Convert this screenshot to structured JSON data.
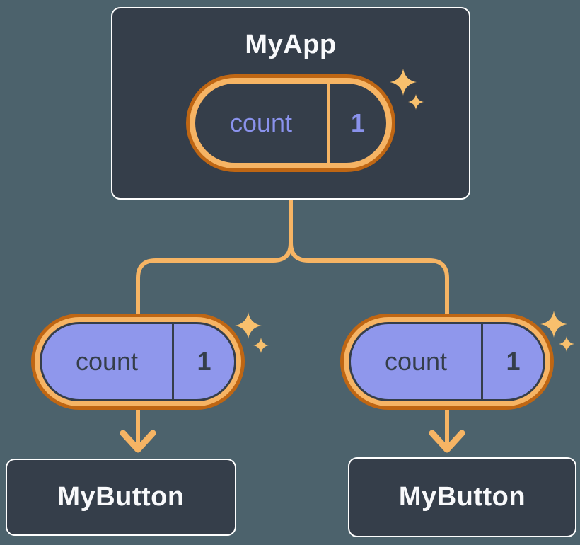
{
  "colors": {
    "background": "#4c626c",
    "card_bg": "#353e4a",
    "card_border": "#ffffff",
    "line_orange": "#f6b464",
    "ring_dark_orange": "#bf6613",
    "sparkle_orange": "#f8c06d",
    "state_text_periwinkle": "#8a92ec",
    "pill_purple_fill": "#8f97ec",
    "dark_text": "#353e4a",
    "white_text": "#f8f9fb"
  },
  "tree": {
    "root": {
      "title": "MyApp",
      "state": {
        "label": "count",
        "value": "1"
      }
    },
    "children": [
      {
        "title": "MyButton",
        "state": {
          "label": "count",
          "value": "1"
        }
      },
      {
        "title": "MyButton",
        "state": {
          "label": "count",
          "value": "1"
        }
      }
    ]
  }
}
